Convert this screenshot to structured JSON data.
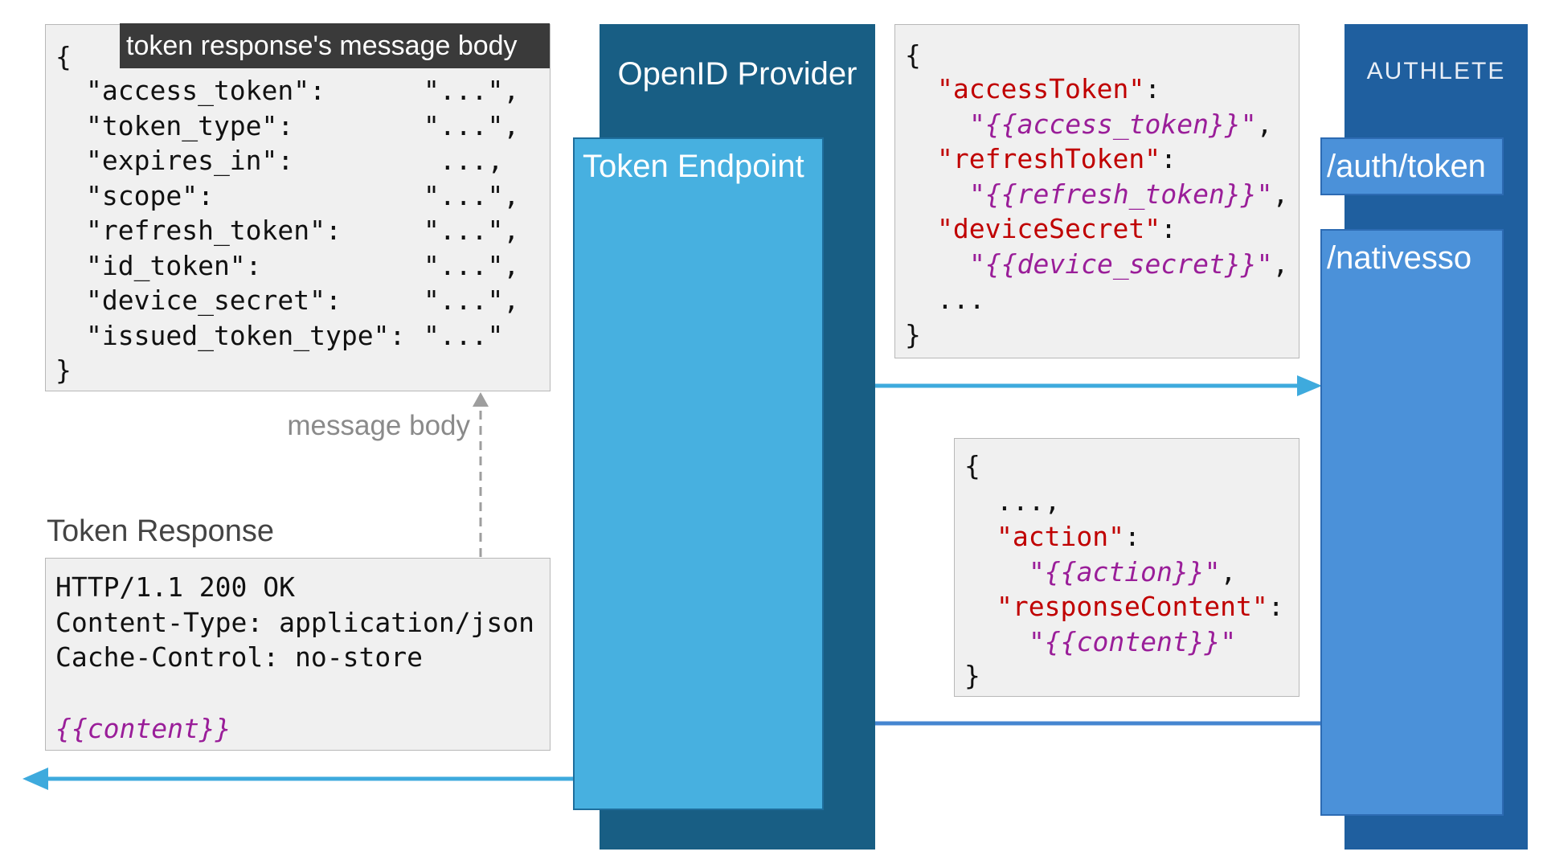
{
  "body_box": {
    "label": "token response's message body",
    "open": "{",
    "close": "}",
    "rows": [
      {
        "key": "\"access_token\":",
        "val": "\"...\","
      },
      {
        "key": "\"token_type\":",
        "val": "\"...\","
      },
      {
        "key": "\"expires_in\":",
        "val": " ...,"
      },
      {
        "key": "\"scope\":",
        "val": "\"...\","
      },
      {
        "key": "\"refresh_token\":",
        "val": "\"...\","
      },
      {
        "key": "\"id_token\":",
        "val": "\"...\","
      },
      {
        "key": "\"device_secret\":",
        "val": "\"...\","
      },
      {
        "key": "\"issued_token_type\":",
        "val": "\"...\""
      }
    ]
  },
  "message_body_label": "message body",
  "token_response": {
    "title": "Token Response",
    "lines": [
      "HTTP/1.1 200 OK",
      "Content-Type: application/json",
      "Cache-Control: no-store"
    ],
    "content": "{{content}}"
  },
  "openid_provider": {
    "title": "OpenID Provider",
    "endpoint_label": "Token Endpoint"
  },
  "authlete": {
    "logo": "AUTHLETE",
    "api1": "/auth/token",
    "api2": "/nativesso"
  },
  "request_box": {
    "open": "{",
    "close": "}",
    "ellipsis": "...",
    "entries": [
      {
        "key": "\"accessToken\"",
        "value": "{{access_token}}",
        "trail": ","
      },
      {
        "key": "\"refreshToken\"",
        "value": "{{refresh_token}}",
        "trail": ","
      },
      {
        "key": "\"deviceSecret\"",
        "value": "{{device_secret}}",
        "trail": ","
      }
    ]
  },
  "response_box": {
    "open": "{",
    "close": "}",
    "ellipsis": "...,",
    "entries": [
      {
        "key": "\"action\"",
        "value": "{{action}}",
        "trail": ","
      },
      {
        "key": "\"responseContent\"",
        "value": "{{content}}",
        "trail": ""
      }
    ]
  },
  "colors": {
    "provider_dark": "#185e84",
    "endpoint_light": "#47b0e0",
    "authlete_dark": "#1f5f9f",
    "authlete_light": "#4b91d9",
    "arrow_light": "#3eaadd",
    "arrow_mid": "#4586d0",
    "key_red": "#c00000",
    "template_purple": "#9a1e99"
  }
}
